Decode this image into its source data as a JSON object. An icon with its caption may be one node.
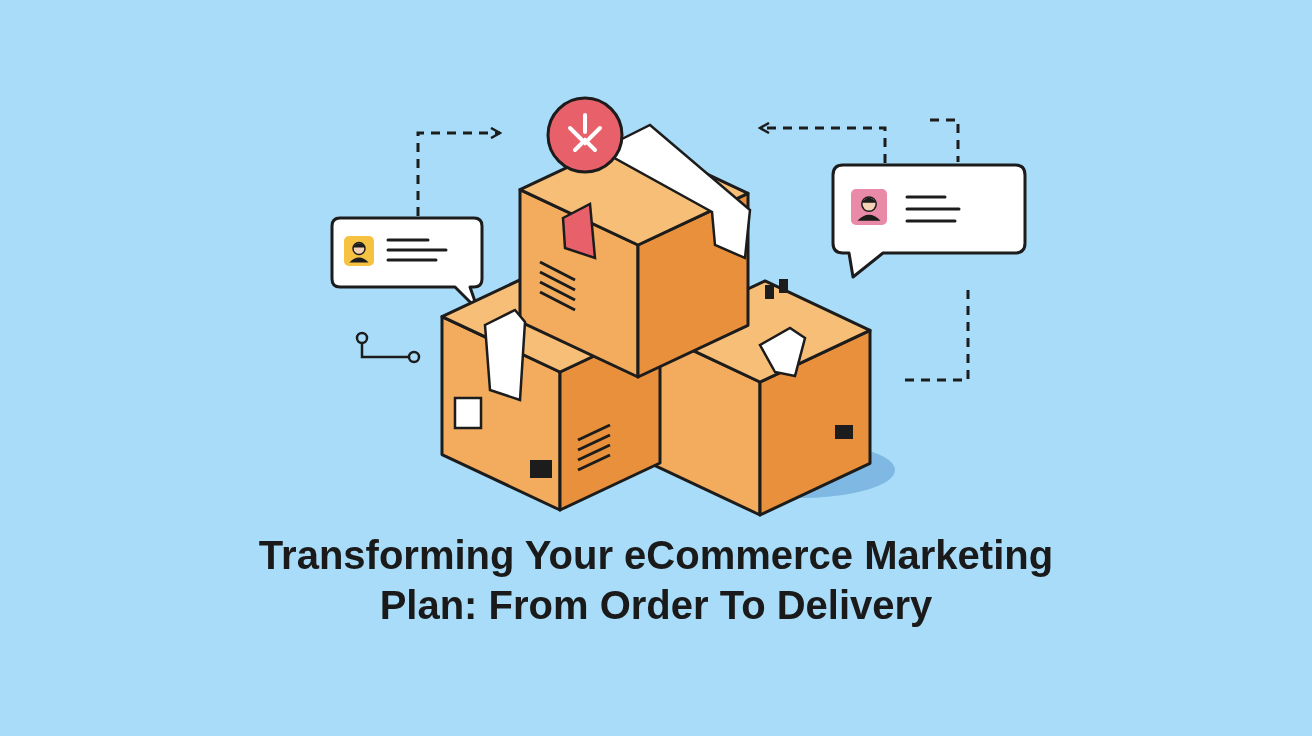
{
  "diagram": {
    "title": "Transforming Your eCommerce Marketing Plan: From Order To Delivery",
    "nodes": [
      {
        "text": [],
        "shape": "bubble"
      },
      {
        "text": [],
        "shape": "picture"
      },
      {
        "text": [],
        "shape": "bubble"
      }
    ],
    "edges": [
      {
        "from": 0,
        "to": 1,
        "arrow": "to",
        "style": "dashed"
      },
      {
        "from": 2,
        "to": 1,
        "arrow": "to",
        "style": "dashed"
      }
    ]
  }
}
